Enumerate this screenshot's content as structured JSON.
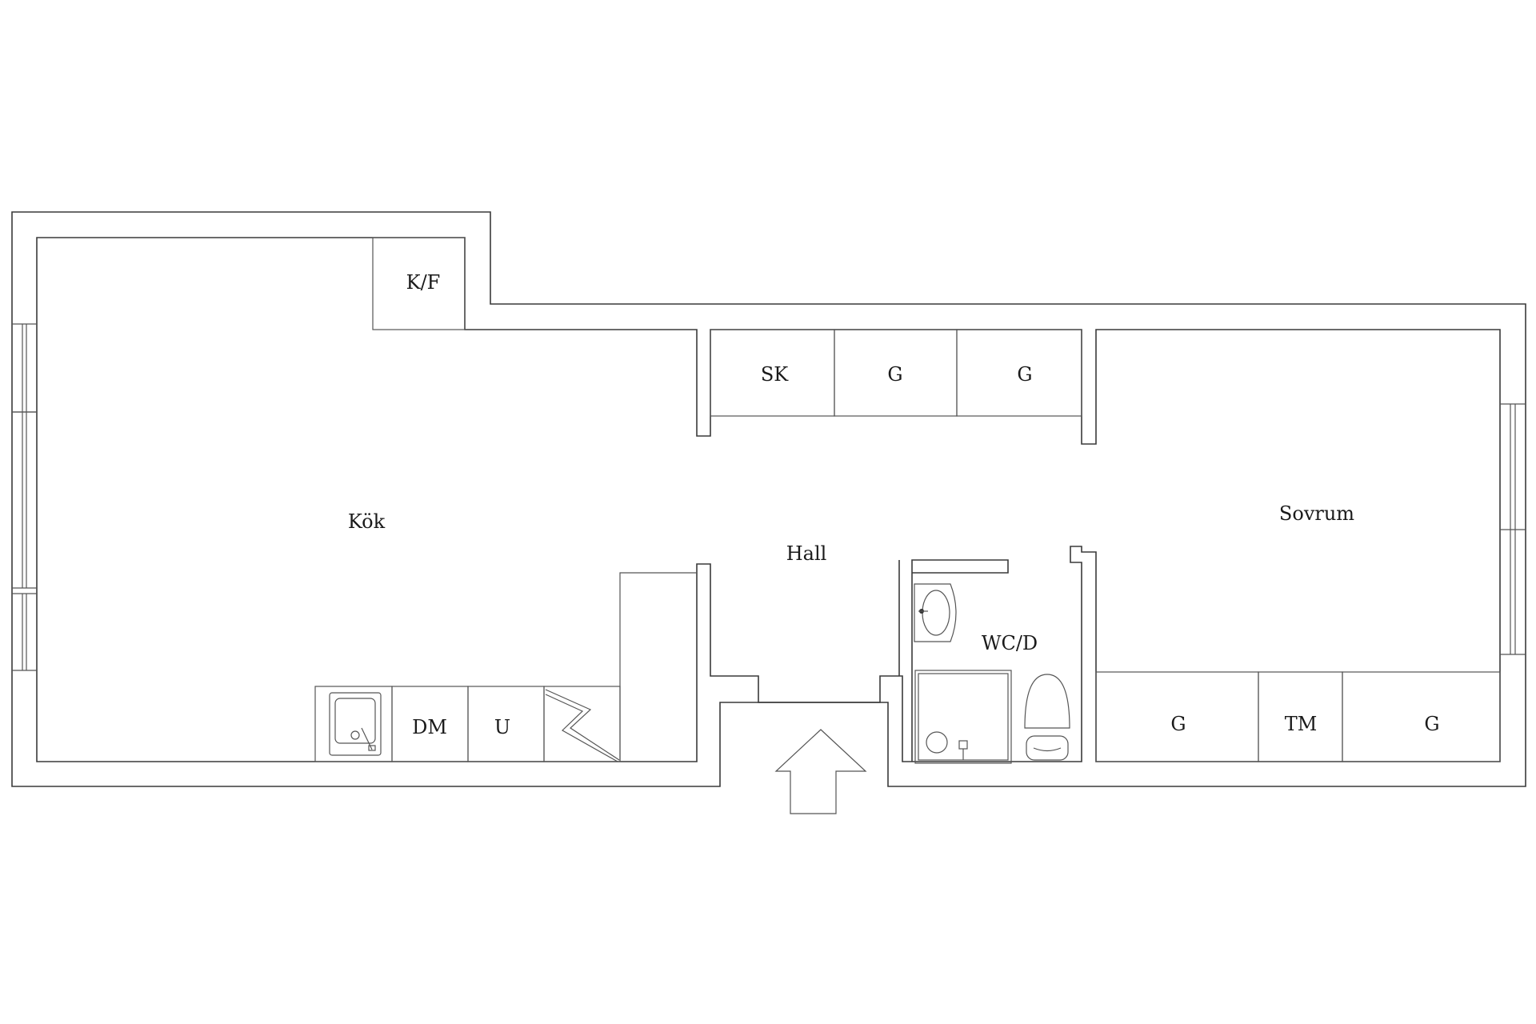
{
  "rooms": {
    "kitchen": "Kök",
    "hall": "Hall",
    "bedroom": "Sovrum",
    "bathroom": "WC/D"
  },
  "fixtures": {
    "fridge_freezer": "K/F",
    "cabinet_sk": "SK",
    "wardrobe_hall_1": "G",
    "wardrobe_hall_2": "G",
    "dishwasher": "DM",
    "oven": "U",
    "wardrobe_bed_1": "G",
    "washing_machine": "TM",
    "wardrobe_bed_2": "G"
  },
  "icons": {
    "sink": "kitchen-sink-icon",
    "stove": "stove-icon",
    "basin": "wash-basin-icon",
    "shower": "shower-icon",
    "toilet": "toilet-icon",
    "entrance": "entrance-arrow-icon"
  },
  "colors": {
    "line": "#3a3a3a",
    "background": "#ffffff"
  }
}
